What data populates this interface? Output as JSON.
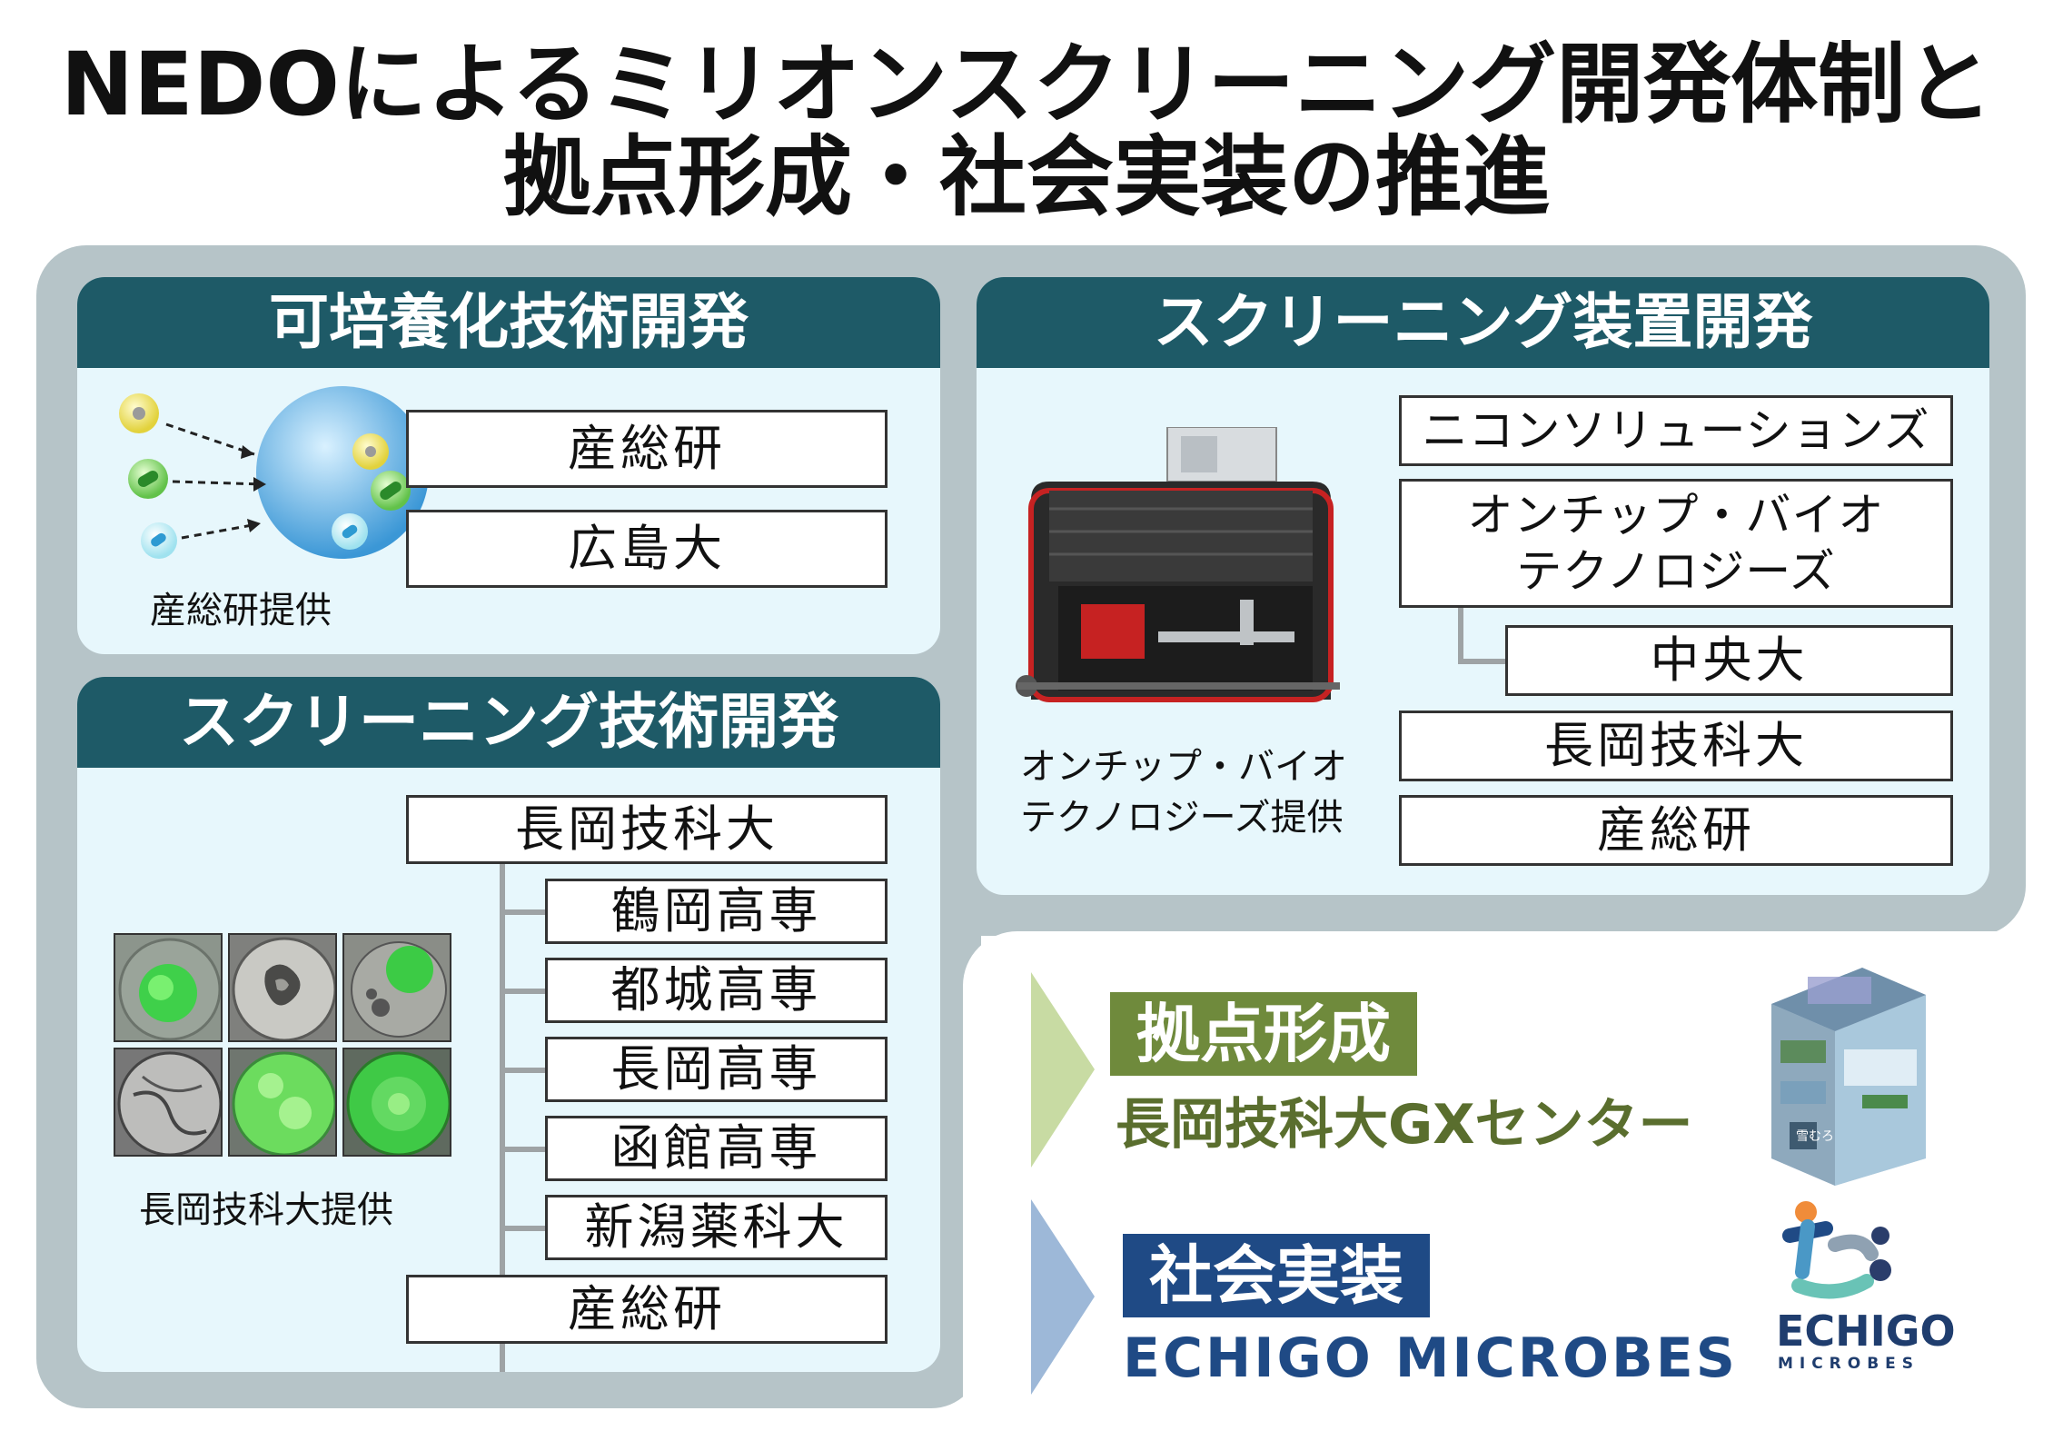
{
  "title": {
    "line1": "NEDOによるミリオンスクリーニング開発体制と",
    "line2": "拠点形成・社会実装の推進"
  },
  "culture": {
    "heading": "可培養化技術開発",
    "orgs": [
      "産総研",
      "広島大"
    ],
    "caption": "産総研提供"
  },
  "screening_tech": {
    "heading": "スクリーニング技術開発",
    "lead_org": "長岡技科大",
    "sub_orgs": [
      "鶴岡高専",
      "都城高専",
      "長岡高専",
      "函館高専",
      "新潟薬科大"
    ],
    "last_org": "産総研",
    "caption": "長岡技科大提供"
  },
  "device": {
    "heading": "スクリーニング装置開発",
    "orgs": [
      "ニコンソリューションズ",
      "オンチップ・バイオ\nテクノロジーズ",
      "中央大",
      "長岡技科大",
      "産総研"
    ],
    "caption_line1": "オンチップ・バイオ",
    "caption_line2": "テクノロジーズ提供"
  },
  "hub": {
    "tag": "拠点形成",
    "name": "長岡技科大GXセンター",
    "tag_color": "#6f8a3c",
    "chevron_color": "#c8dba3"
  },
  "deployment": {
    "tag": "社会実装",
    "name": "ECHIGO MICROBES",
    "logo_text": "ECHIGO",
    "logo_sub": "MICROBES",
    "tag_color": "#1f4a85",
    "chevron_color": "#9db8d8"
  },
  "building_sign": "雪むろ",
  "colors": {
    "panel_bg": "#b6c4c8",
    "card_bg": "#e7f7fc",
    "heading_bg": "#1e5a67"
  }
}
